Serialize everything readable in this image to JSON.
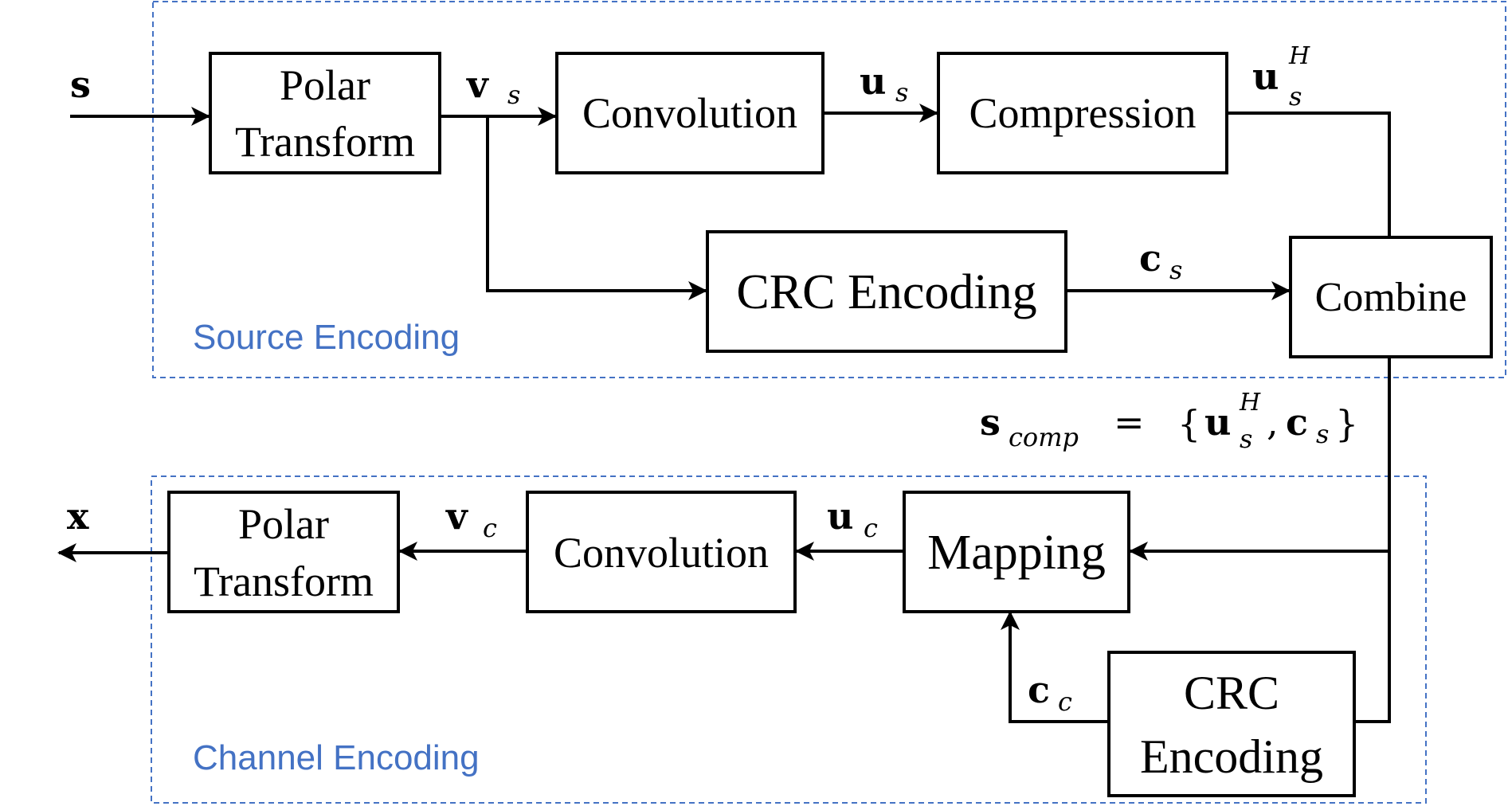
{
  "regions": {
    "source": "Source Encoding",
    "channel": "Channel Encoding"
  },
  "blocks": {
    "src_polar": [
      "Polar",
      "Transform"
    ],
    "src_convolution": "Convolution",
    "compression": "Compression",
    "src_crc": "CRC Encoding",
    "combine": "Combine",
    "ch_polar": [
      "Polar",
      "Transform"
    ],
    "ch_convolution": "Convolution",
    "mapping": "Mapping",
    "ch_crc": [
      "CRC",
      "Encoding"
    ]
  },
  "signals": {
    "s": {
      "base": "s"
    },
    "v_s": {
      "base": "v",
      "sub": "s"
    },
    "u_s": {
      "base": "u",
      "sub": "s"
    },
    "u_s_H": {
      "base": "u",
      "sub": "s",
      "sup": "H"
    },
    "c_s": {
      "base": "c",
      "sub": "s"
    },
    "s_comp": {
      "base": "s",
      "sub": "comp",
      "eq": "=",
      "open": "{",
      "u": "u",
      "u_sub": "s",
      "u_sup": "H",
      "comma": ",",
      "c": "c",
      "c_sub": "s",
      "close": "}"
    },
    "x": {
      "base": "x"
    },
    "v_c": {
      "base": "v",
      "sub": "c"
    },
    "u_c": {
      "base": "u",
      "sub": "c"
    },
    "c_c": {
      "base": "c",
      "sub": "c"
    }
  }
}
